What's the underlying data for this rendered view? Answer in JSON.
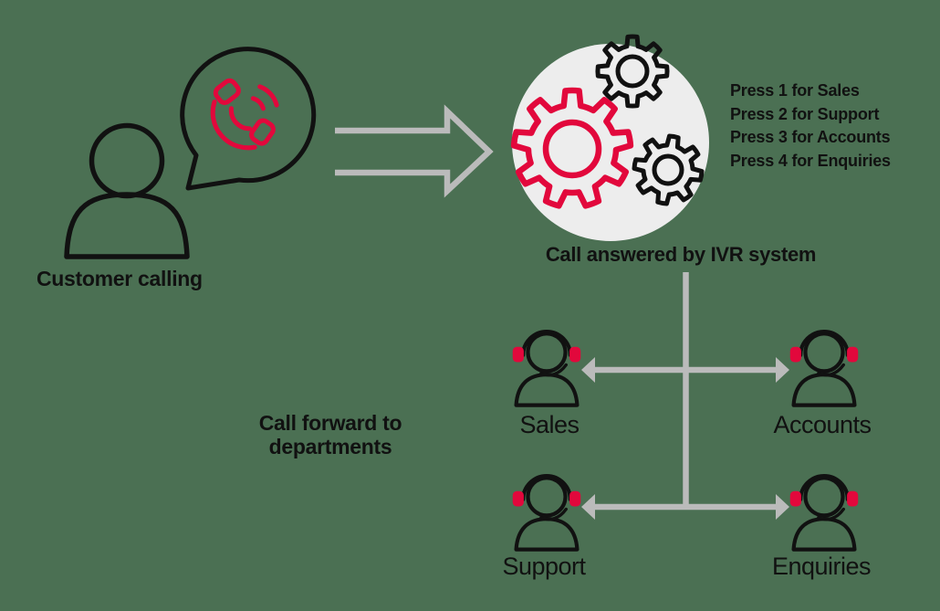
{
  "colors": {
    "background": "#4B7053",
    "ink": "#111111",
    "red": "#E2083C",
    "gray": "#BBBBBB",
    "circle_fill": "#EDEDED"
  },
  "flow": {
    "customer": {
      "label": "Customer calling",
      "icon": "person-icon",
      "bubble_icon": "phone-call-icon"
    },
    "ivr": {
      "label": "Call answered by IVR system",
      "icon": "gears-icon",
      "menu_options": [
        "Press 1 for Sales",
        "Press 2 for Support",
        "Press 3 for Accounts",
        "Press 4 for Enquiries"
      ]
    },
    "forward": {
      "label": "Call forward to departments"
    },
    "departments": [
      {
        "label": "Sales",
        "position": "top-left",
        "icon": "support-agent-icon"
      },
      {
        "label": "Accounts",
        "position": "top-right",
        "icon": "support-agent-icon"
      },
      {
        "label": "Support",
        "position": "bottom-left",
        "icon": "support-agent-icon"
      },
      {
        "label": "Enquiries",
        "position": "bottom-right",
        "icon": "support-agent-icon"
      }
    ]
  }
}
